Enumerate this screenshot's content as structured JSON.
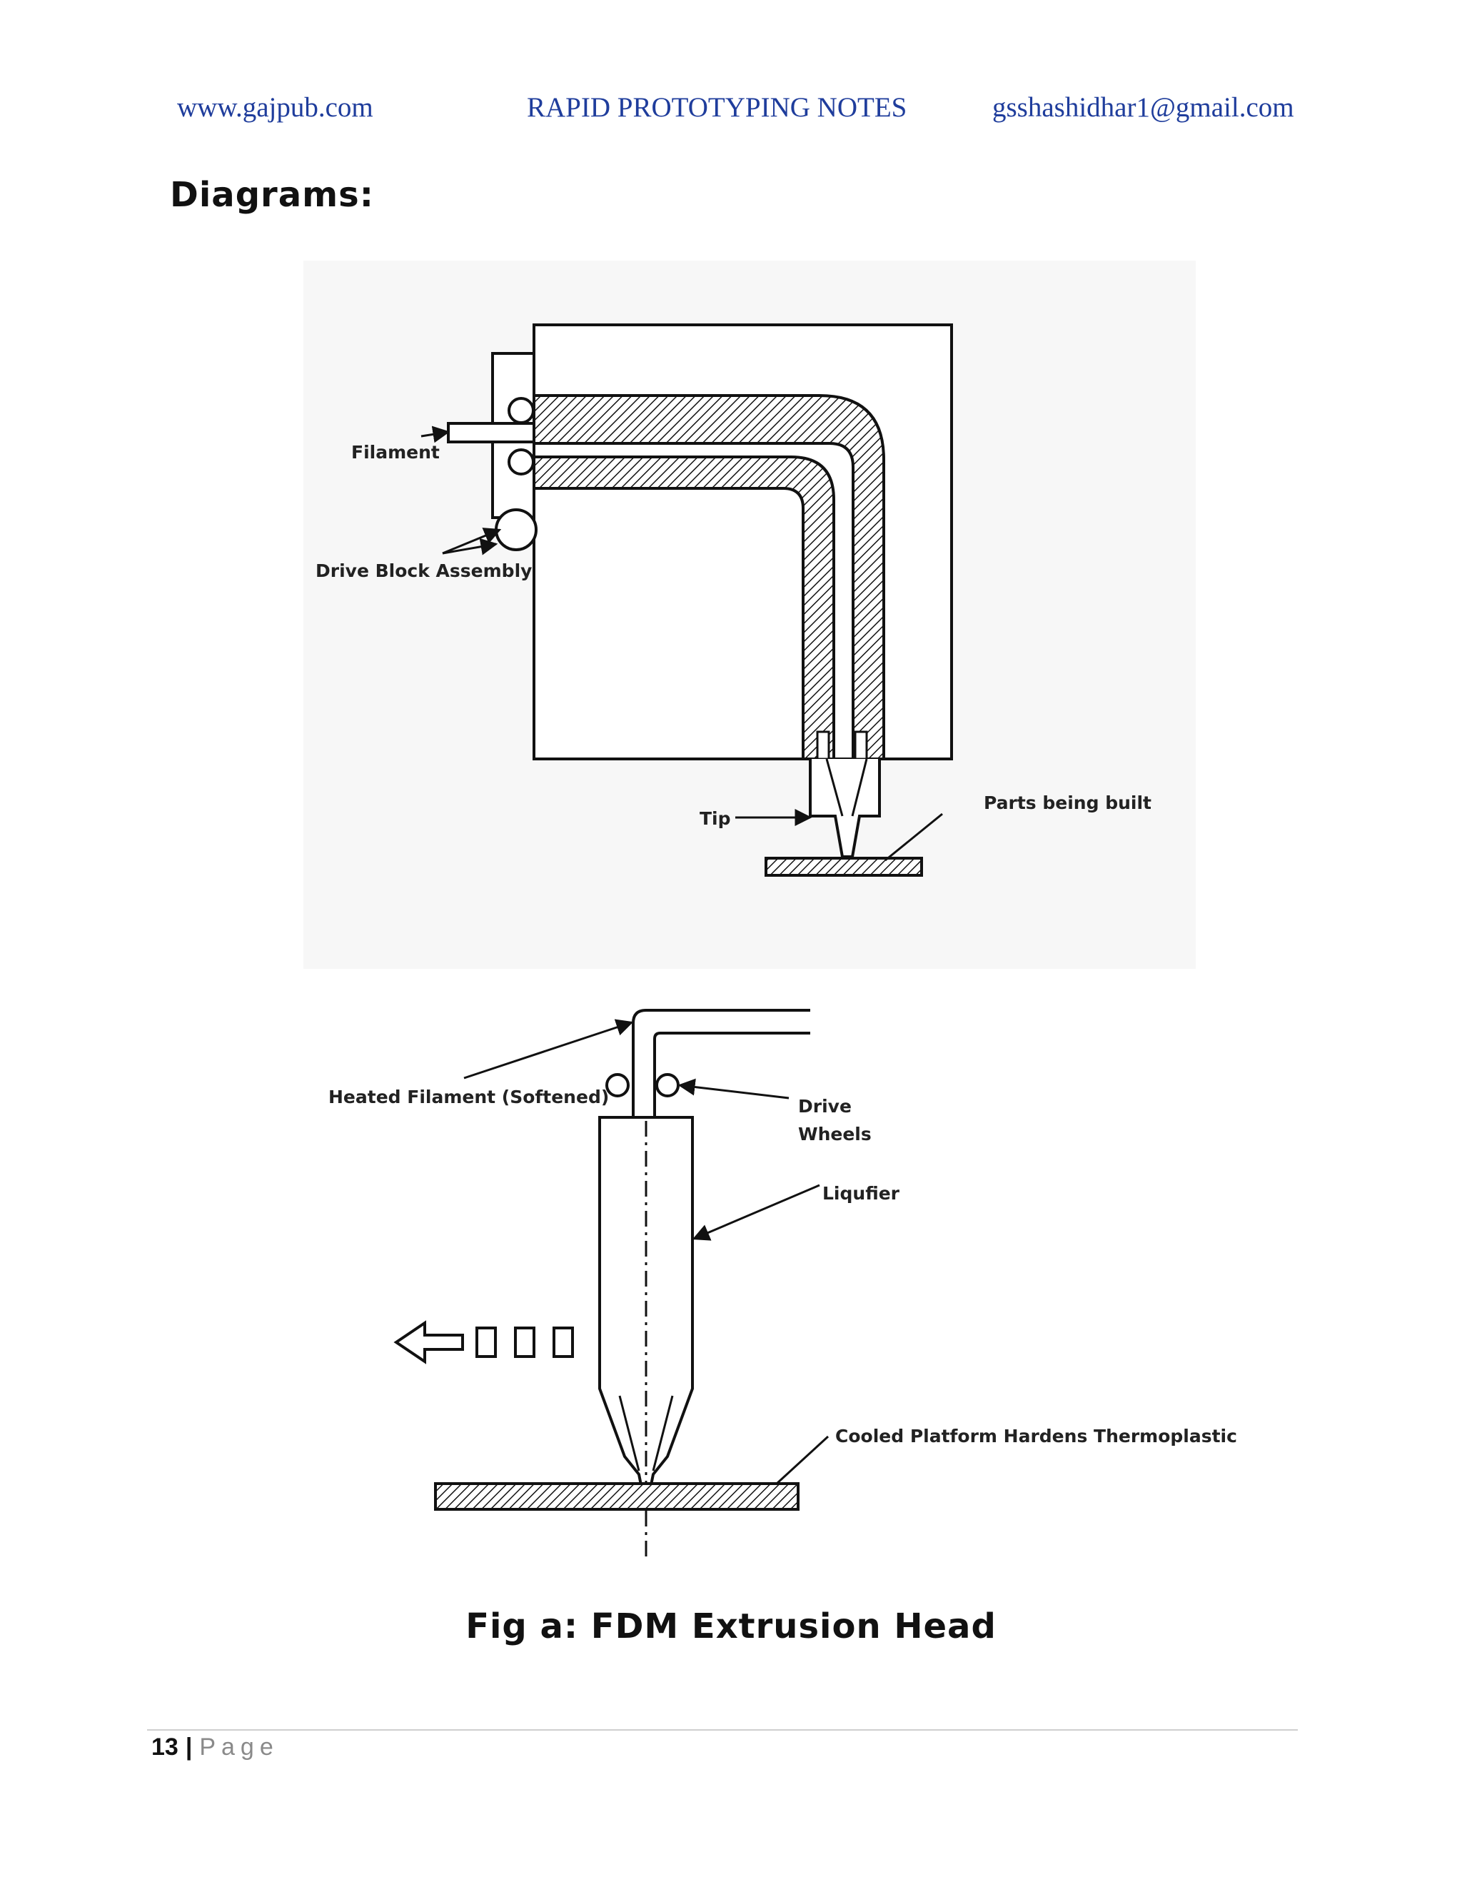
{
  "header": {
    "left": "www.gajpub.com",
    "center": "RAPID PROTOTYPING NOTES",
    "right": "gsshashidhar1@gmail.com"
  },
  "section_heading": "Diagrams:",
  "figure1": {
    "labels": {
      "filament": "Filament",
      "drive_block": "Drive Block Assembly",
      "tip": "Tip",
      "parts": "Parts being built"
    }
  },
  "figure2": {
    "labels": {
      "heated_filament": "Heated Filament (Softened)",
      "drive_wheels_1": "Drive",
      "drive_wheels_2": "Wheels",
      "liquifier": "Liqufier",
      "platform": "Cooled Platform Hardens Thermoplastic"
    }
  },
  "caption": "Fig a: FDM Extrusion Head",
  "footer": {
    "page_number": "13",
    "separator": "|",
    "page_word": "Page"
  },
  "colors": {
    "header_text": "#1f3d9c",
    "figure_background": "#f7f7f7"
  }
}
